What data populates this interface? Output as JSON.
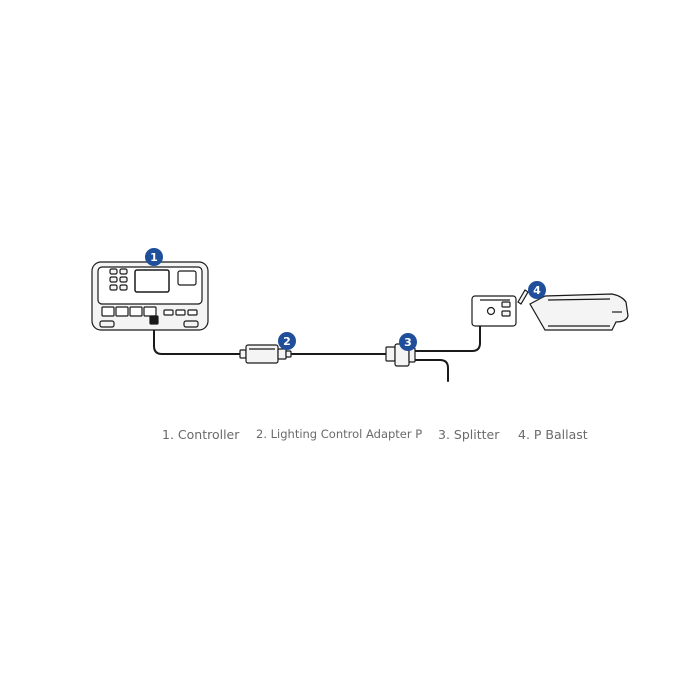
{
  "badges": {
    "controller": "1",
    "adapter": "2",
    "splitter": "3",
    "ballast": "4"
  },
  "captions": {
    "controller": "1. Controller",
    "adapter": "2. Lighting Control Adapter P",
    "splitter": "3. Splitter",
    "ballast": "4. P Ballast"
  },
  "colors": {
    "badge": "#1f4e9a",
    "line": "#1a1a1a",
    "device_fill": "#f4f4f4",
    "caption": "#6a6a6a"
  },
  "icons": {
    "controller": "controller-device-icon",
    "adapter": "adapter-box-icon",
    "splitter": "splitter-connector-icon",
    "ballast": "ballast-unit-icon"
  }
}
